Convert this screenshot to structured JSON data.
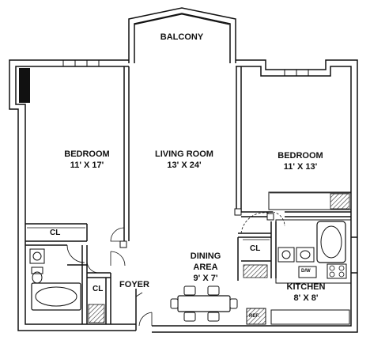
{
  "plan": {
    "rooms": {
      "balcony": {
        "name": "BALCONY"
      },
      "bedroom_left": {
        "name": "BEDROOM",
        "dims": "11' X 17'"
      },
      "living_room": {
        "name": "LIVING ROOM",
        "dims": "13' X 24'"
      },
      "bedroom_right": {
        "name": "BEDROOM",
        "dims": "11' X 13'"
      },
      "dining": {
        "name": "DINING",
        "name2": "AREA",
        "dims": "9' X 7'"
      },
      "kitchen": {
        "name": "KITCHEN",
        "dims": "8' X 8'"
      },
      "foyer": {
        "name": "FOYER"
      }
    },
    "closets": {
      "left_bedroom": "CL",
      "bath": "CL",
      "right_bedroom": "CL"
    },
    "fixtures": {
      "dishwasher": "D/W",
      "refrigerator": "REF."
    },
    "colors": {
      "wall": "#111111",
      "hatch": "#333333",
      "background": "#ffffff"
    }
  }
}
